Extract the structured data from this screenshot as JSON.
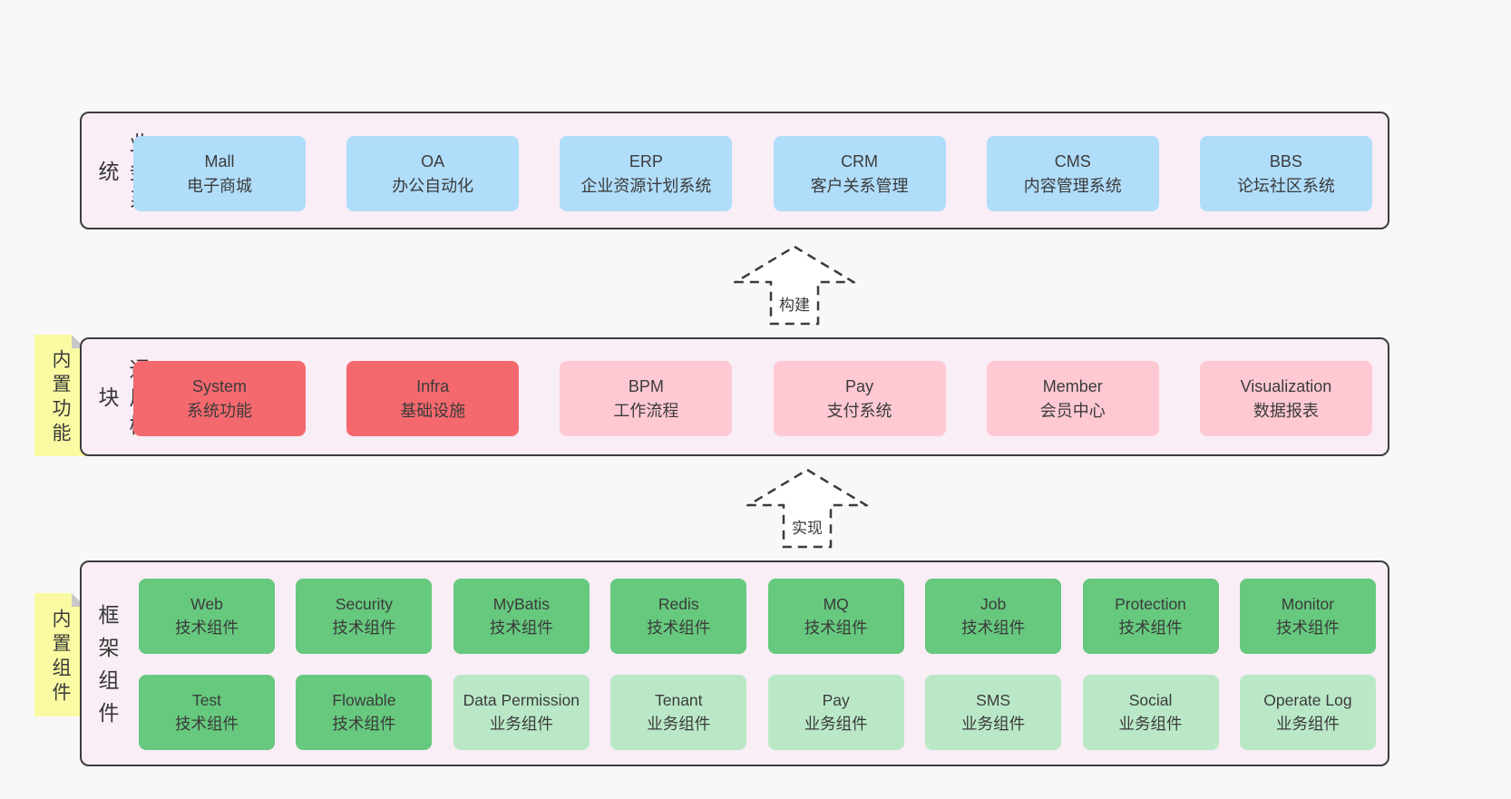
{
  "colors": {
    "background": "#f8f8f8",
    "container_fill": "#f9edf6",
    "container_border": "#3c3c3c",
    "blue_box": "#b0ddfa",
    "red_box": "#f4696e",
    "pink_box": "#ffc9d3",
    "green_box": "#66c97e",
    "light_green_box": "#bae8c7",
    "note_fill": "#fafaa2",
    "note_fold": "#c8c8c8",
    "text": "#3d3d3d"
  },
  "business": {
    "label": "业务系统",
    "boxes": [
      {
        "name": "Mall",
        "desc": "电子商城"
      },
      {
        "name": "OA",
        "desc": "办公自动化"
      },
      {
        "name": "ERP",
        "desc": "企业资源计划系统"
      },
      {
        "name": "CRM",
        "desc": "客户关系管理"
      },
      {
        "name": "CMS",
        "desc": "内容管理系统"
      },
      {
        "name": "BBS",
        "desc": "论坛社区系统"
      }
    ]
  },
  "arrows": [
    {
      "label": "构建"
    },
    {
      "label": "实现"
    }
  ],
  "modules": {
    "label": "通用模块",
    "note": "内置功能",
    "boxes": [
      {
        "name": "System",
        "desc": "系统功能"
      },
      {
        "name": "Infra",
        "desc": "基础设施"
      },
      {
        "name": "BPM",
        "desc": "工作流程"
      },
      {
        "name": "Pay",
        "desc": "支付系统"
      },
      {
        "name": "Member",
        "desc": "会员中心"
      },
      {
        "name": "Visualization",
        "desc": "数据报表"
      }
    ]
  },
  "framework": {
    "label": "框架组件",
    "note": "内置组件",
    "row1": [
      {
        "name": "Web",
        "desc": "技术组件"
      },
      {
        "name": "Security",
        "desc": "技术组件"
      },
      {
        "name": "MyBatis",
        "desc": "技术组件"
      },
      {
        "name": "Redis",
        "desc": "技术组件"
      },
      {
        "name": "MQ",
        "desc": "技术组件"
      },
      {
        "name": "Job",
        "desc": "技术组件"
      },
      {
        "name": "Protection",
        "desc": "技术组件"
      },
      {
        "name": "Monitor",
        "desc": "技术组件"
      }
    ],
    "row2": [
      {
        "name": "Test",
        "desc": "技术组件"
      },
      {
        "name": "Flowable",
        "desc": "技术组件"
      },
      {
        "name": "Data Permission",
        "desc": "业务组件"
      },
      {
        "name": "Tenant",
        "desc": "业务组件"
      },
      {
        "name": "Pay",
        "desc": "业务组件"
      },
      {
        "name": "SMS",
        "desc": "业务组件"
      },
      {
        "name": "Social",
        "desc": "业务组件"
      },
      {
        "name": "Operate Log",
        "desc": "业务组件"
      }
    ]
  }
}
